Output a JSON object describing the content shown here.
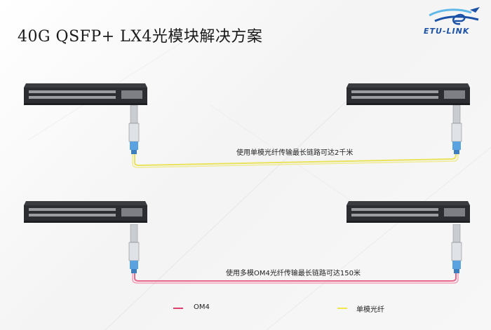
{
  "title": "40G  QSFP+  LX4光模块解决方案",
  "logo": {
    "text": "ETU-LINK",
    "icon": "swoosh-e-logo"
  },
  "links": [
    {
      "caption": "使用单模光纤传输最长链路可达2千米",
      "fiber": "single-mode",
      "color": "#f1ea5a"
    },
    {
      "caption": "使用多模OM4光纤传输最长链路可达150米",
      "fiber": "om4",
      "color": "#e86a90"
    }
  ],
  "legend": [
    {
      "label": "OM4",
      "color": "#e0406f"
    },
    {
      "label": "单模光纤",
      "color": "#f1e84c"
    }
  ]
}
